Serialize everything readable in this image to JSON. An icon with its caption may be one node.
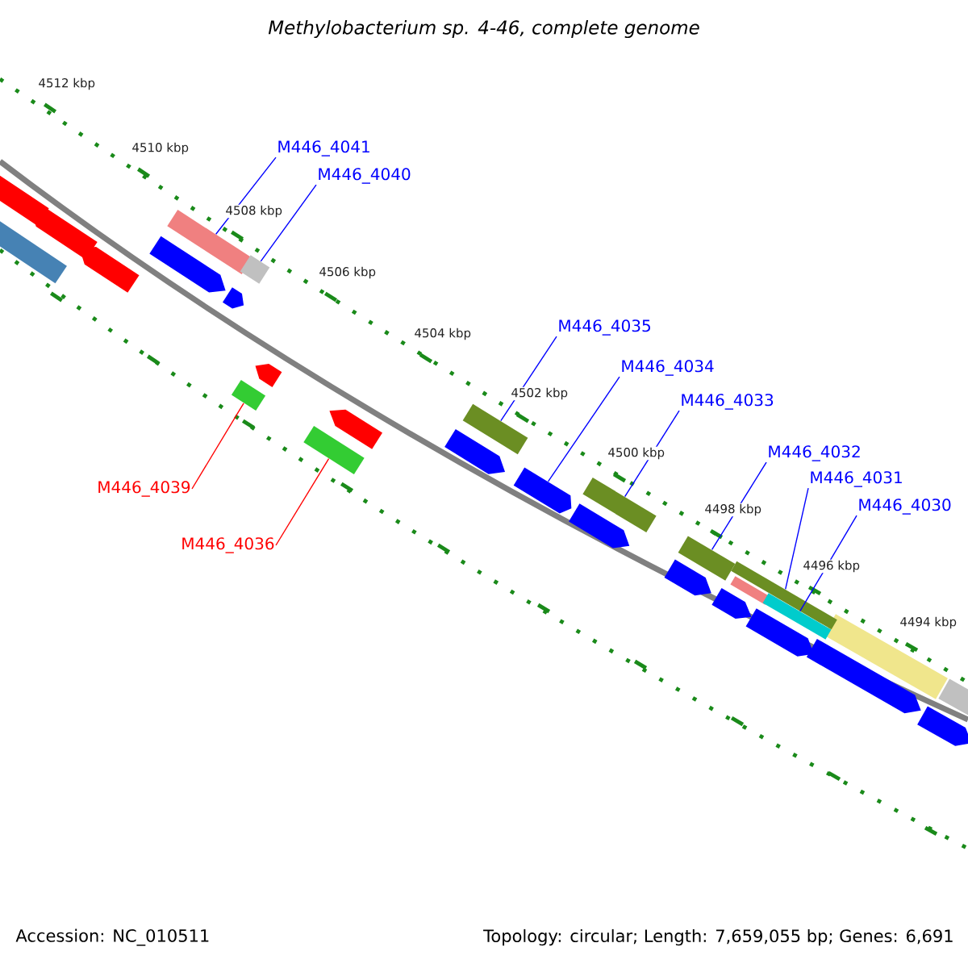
{
  "diagram": {
    "title": "Methylobacterium sp. 4-46, complete genome",
    "nodes": [
      {
        "text": [
          "M446_4041"
        ]
      },
      {
        "text": [
          "M446_4040"
        ]
      },
      {
        "text": [
          "M446_4035"
        ]
      },
      {
        "text": [
          "M446_4034"
        ]
      },
      {
        "text": [
          "M446_4033"
        ]
      },
      {
        "text": [
          "M446_4032"
        ]
      },
      {
        "text": [
          "M446_4031"
        ]
      },
      {
        "text": [
          "M446_4039"
        ]
      },
      {
        "text": [
          "M446_4030"
        ]
      },
      {
        "text": [
          "M446_4036"
        ]
      },
      {
        "text": [],
        "shape": "bar"
      },
      {
        "text": [],
        "shape": "bar"
      },
      {
        "text": [],
        "shape": "bar"
      },
      {
        "text": [],
        "shape": "bar"
      },
      {
        "text": [],
        "shape": "bar"
      },
      {
        "text": [],
        "shape": "pentagon"
      },
      {
        "text": [],
        "shape": "bar"
      },
      {
        "text": [],
        "shape": "bar"
      },
      {
        "text": [],
        "shape": "bar"
      },
      {
        "text": [],
        "shape": "bar"
      }
    ],
    "edges": [
      {
        "from": 0,
        "to": 10,
        "arrow": "none"
      },
      {
        "from": 1,
        "to": 12,
        "arrow": "none"
      },
      {
        "from": 2,
        "to": 14,
        "arrow": "none"
      },
      {
        "from": 3,
        "to": 15,
        "arrow": "none"
      },
      {
        "from": 4,
        "to": 16,
        "arrow": "none"
      },
      {
        "from": 5,
        "to": 17,
        "arrow": "none"
      },
      {
        "from": 6,
        "to": 18,
        "arrow": "none"
      },
      {
        "from": 7,
        "to": 11,
        "arrow": "none",
        "color": "#ff0000"
      },
      {
        "from": 8,
        "to": 19,
        "arrow": "none"
      },
      {
        "from": 9,
        "to": 13,
        "arrow": "none",
        "color": "#ff0000"
      }
    ],
    "labels": [
      "4512 kbp",
      "4510 kbp",
      "4508 kbp",
      "4506 kbp",
      "4504 kbp",
      "4502 kbp",
      "4500 kbp",
      "4498 kbp",
      "4496 kbp",
      "4494 kbp",
      "Accession: NC_010511",
      "Topology: circular; Length: 7,659,055 bp; Genes: 6,691"
    ]
  }
}
